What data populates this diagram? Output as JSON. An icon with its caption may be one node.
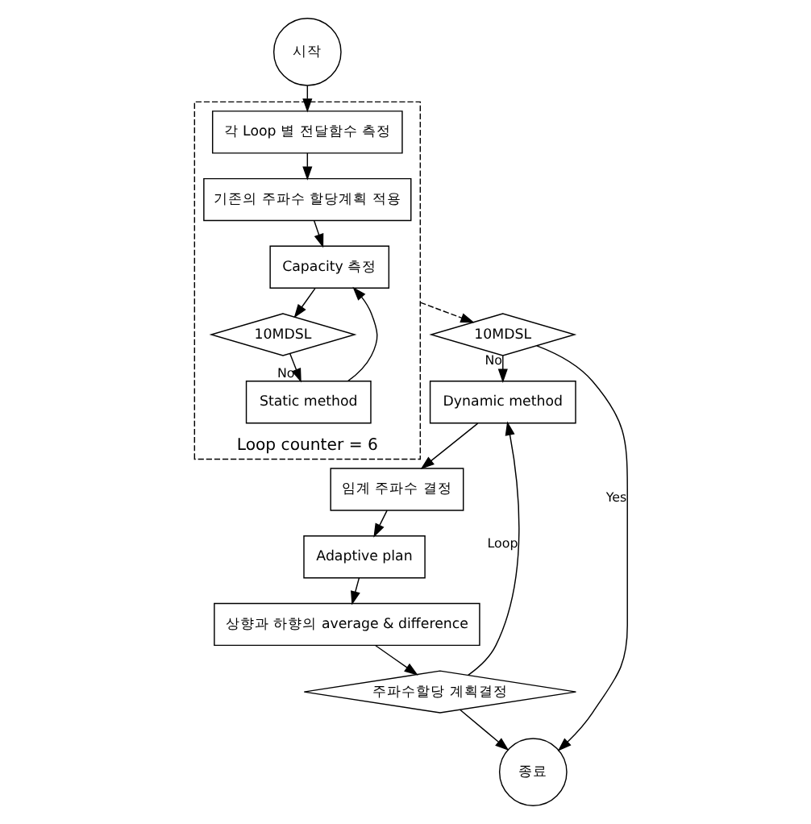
{
  "diagram": {
    "nodes": [
      {
        "text": [
          "시작"
        ]
      },
      {
        "text": [
          "Loop counter = 6"
        ]
      },
      {
        "text": [
          "각 Loop 별 전달함수 측정"
        ],
        "in": 1
      },
      {
        "text": [
          "기존의 주파수 할당계획 적용"
        ],
        "in": 1
      },
      {
        "text": [
          "Capacity 측정"
        ],
        "in": 1
      },
      {
        "text": [
          "10MDSL"
        ],
        "in": 1
      },
      {
        "text": [
          "Static method"
        ],
        "in": 1
      },
      {
        "text": [
          "10MDSL"
        ]
      },
      {
        "text": [
          "Dynamic method"
        ]
      },
      {
        "text": [
          "임계 주파수 결정"
        ]
      },
      {
        "text": [
          "Adaptive plan"
        ]
      },
      {
        "text": [
          "상향과 하향의 average & difference"
        ]
      },
      {
        "text": [
          "주파수할당 계획결정"
        ]
      },
      {
        "text": [
          "종료"
        ]
      }
    ],
    "edges": [
      {
        "from": 0,
        "to": 2,
        "arrow": "to"
      },
      {
        "from": 2,
        "to": 3,
        "arrow": "to"
      },
      {
        "from": 3,
        "to": 4,
        "arrow": "to"
      },
      {
        "from": 4,
        "to": 5,
        "arrow": "to"
      },
      {
        "from": 5,
        "to": 6,
        "arrow": "to",
        "label": "No"
      },
      {
        "from": 6,
        "to": 4,
        "arrow": "to"
      },
      {
        "from": 1,
        "to": 7,
        "arrow": "to",
        "style": "dashed"
      },
      {
        "from": 7,
        "to": 8,
        "arrow": "to",
        "label": "No"
      },
      {
        "from": 7,
        "to": 13,
        "arrow": "to",
        "label": "Yes"
      },
      {
        "from": 8,
        "to": 9,
        "arrow": "to"
      },
      {
        "from": 9,
        "to": 10,
        "arrow": "to"
      },
      {
        "from": 10,
        "to": 11,
        "arrow": "to"
      },
      {
        "from": 11,
        "to": 12,
        "arrow": "to"
      },
      {
        "from": 12,
        "to": 13,
        "arrow": "to"
      },
      {
        "from": 12,
        "to": 8,
        "arrow": "to",
        "label": "Loop"
      }
    ]
  }
}
